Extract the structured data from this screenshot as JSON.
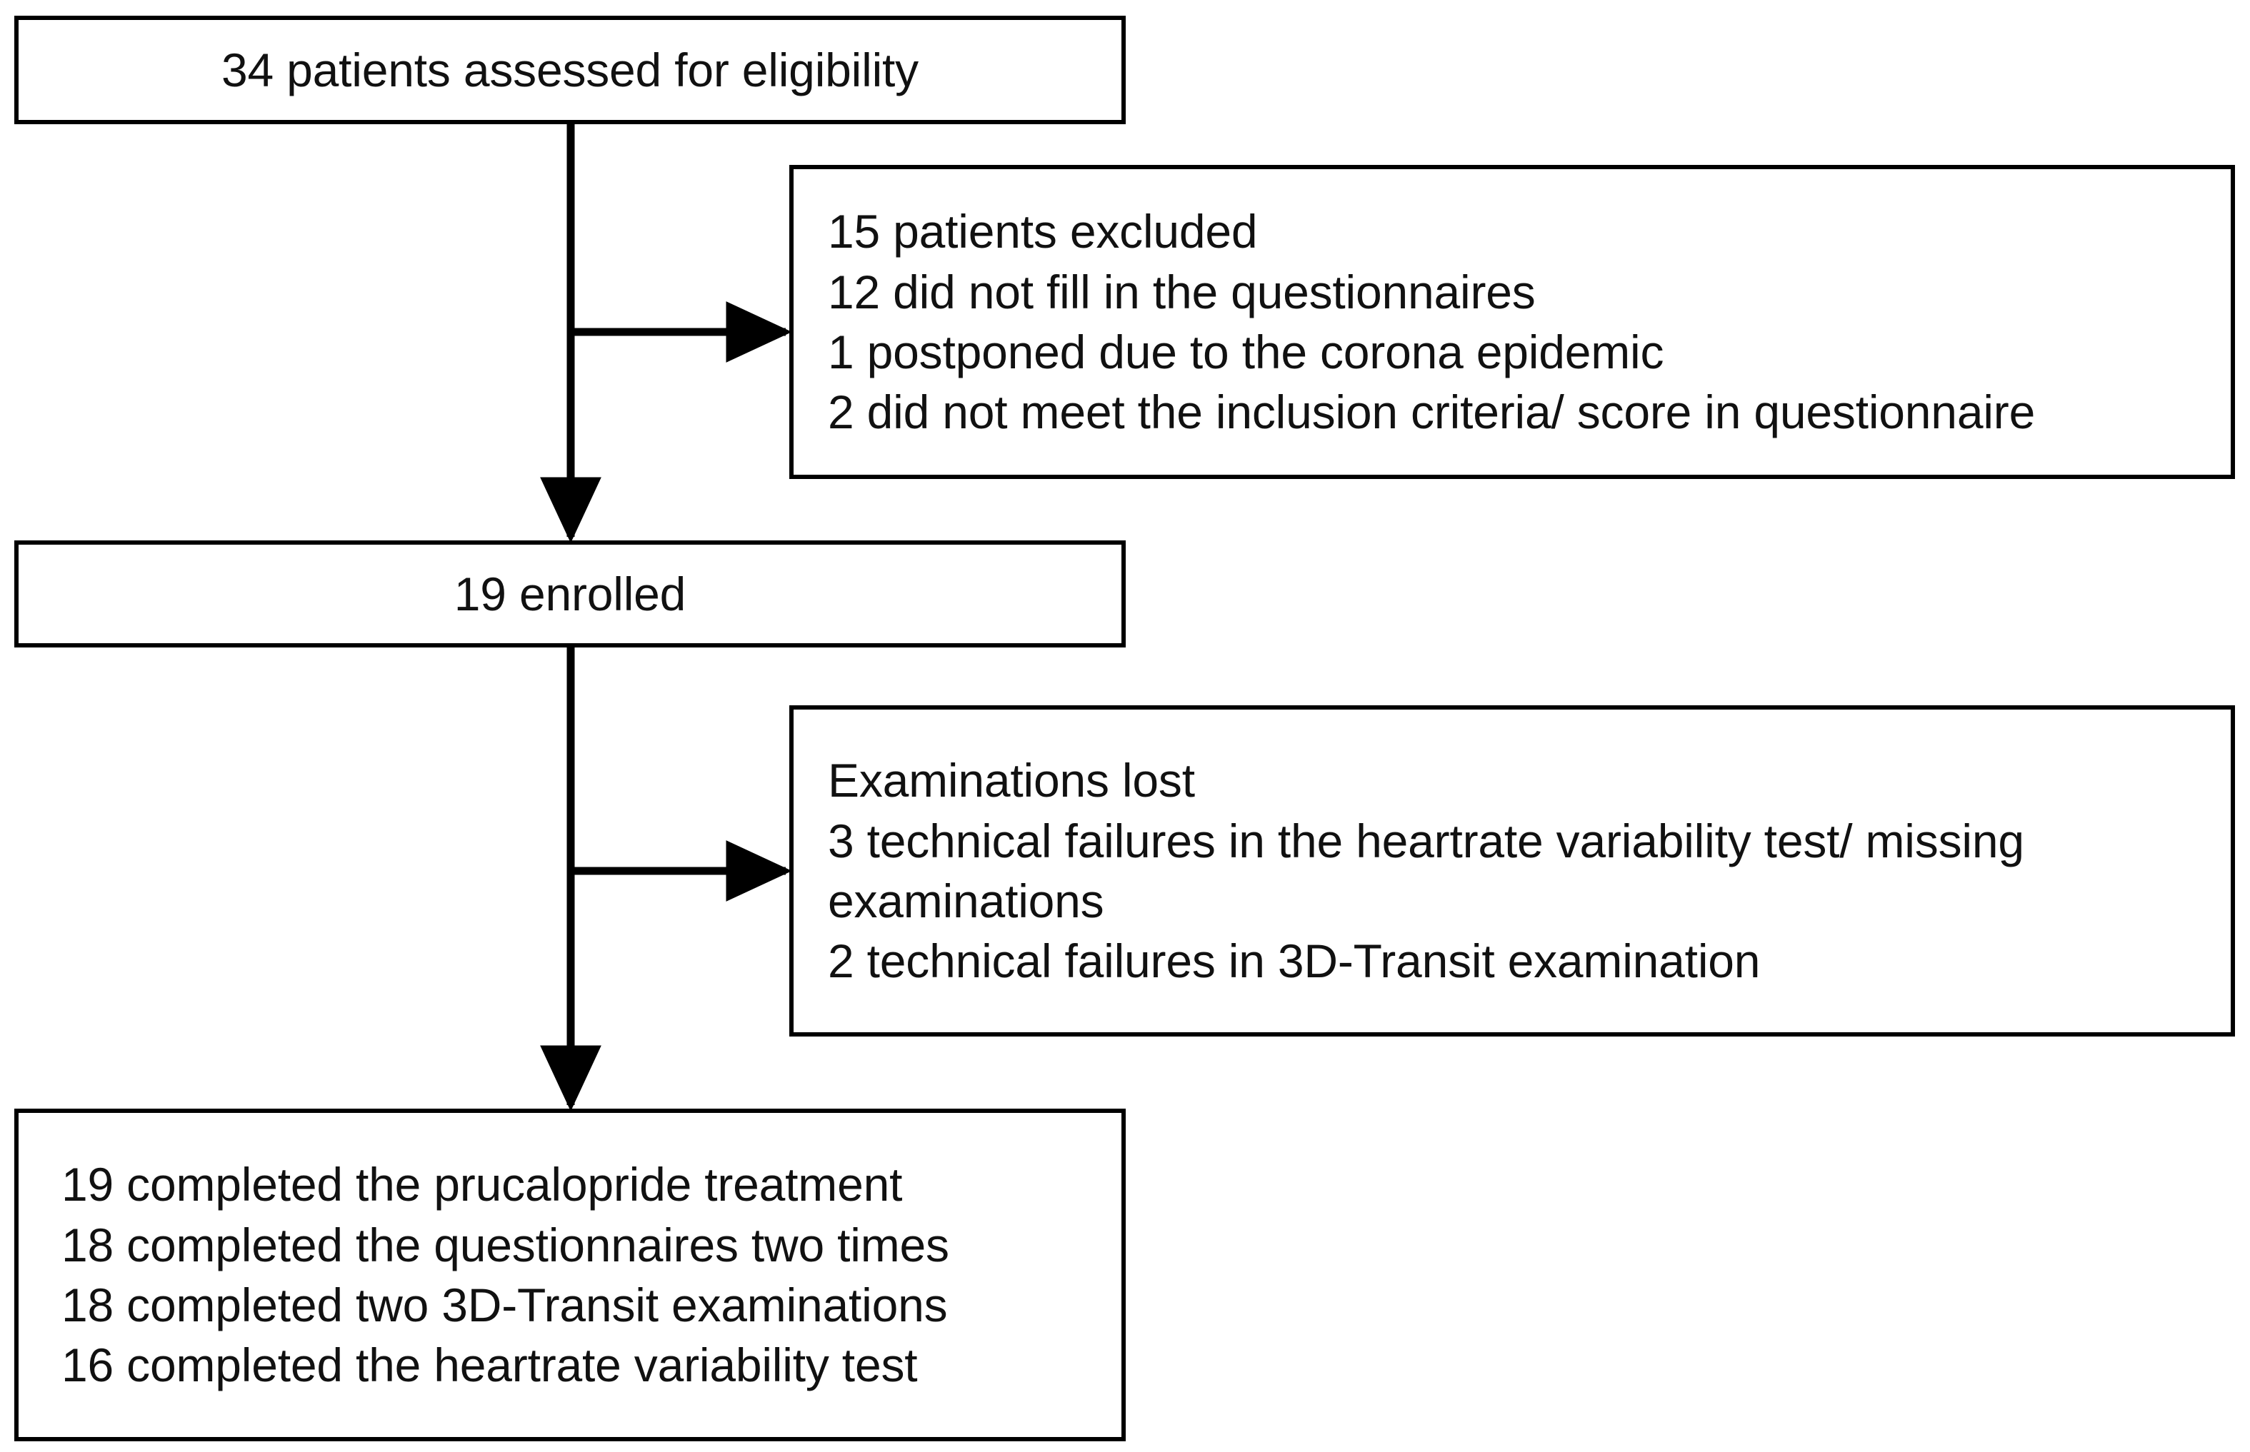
{
  "diagram": {
    "title": "CONSORT-style patient flow diagram",
    "stroke_color": "#000000",
    "background_color": "#ffffff",
    "nodes": {
      "assessed": {
        "lines": [
          "34 patients assessed for eligibility"
        ]
      },
      "excluded": {
        "lines": [
          "15 patients excluded",
          "12 did not fill in the questionnaires",
          "1 postponed due to the corona epidemic",
          "2 did not meet the inclusion criteria/ score in questionnaire"
        ]
      },
      "enrolled": {
        "lines": [
          "19 enrolled"
        ]
      },
      "lost": {
        "lines": [
          "Examinations lost",
          "3 technical failures in the heartrate variability test/ missing examinations",
          "2 technical failures in 3D-Transit examination"
        ]
      },
      "completed": {
        "lines": [
          "19 completed the prucalopride treatment",
          "18 completed the questionnaires two times",
          "18 completed two 3D-Transit examinations",
          "16 completed the heartrate variability test"
        ]
      }
    }
  }
}
